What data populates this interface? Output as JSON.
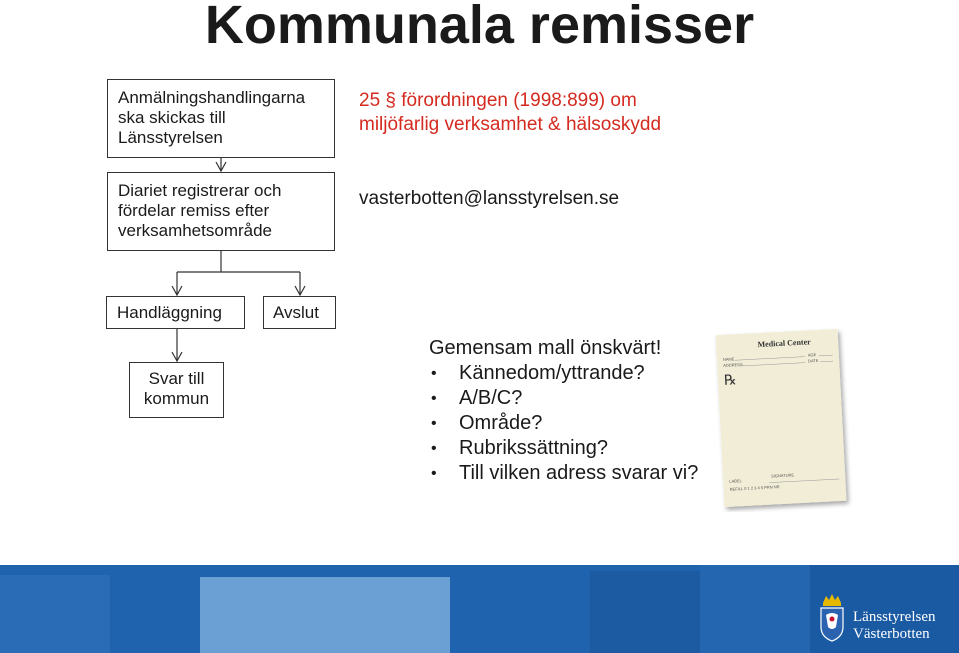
{
  "page": {
    "title": "Kommunala remisser"
  },
  "flow": {
    "box1": [
      "Anmälningshandlingarna",
      "ska skickas till",
      "Länsstyrelsen"
    ],
    "box2": [
      "Diariet registrerar och",
      "fördelar remiss efter",
      "verksamhetsområde"
    ],
    "box3": "Handläggning",
    "box4": "Avslut",
    "box5": [
      "Svar till",
      "kommun"
    ]
  },
  "info": {
    "law_line1": "25 § förordningen (1998:899) om",
    "law_line2": "miljöfarlig verksamhet & hälsoskydd",
    "email": "vasterbotten@lansstyrelsen.se"
  },
  "notes": {
    "heading": "Gemensam mall önskvärt!",
    "bullets": [
      "Kännedom/yttrande?",
      "A/B/C?",
      "Område?",
      "Rubrikssättning?",
      "Till vilken adress svarar vi?"
    ]
  },
  "prescription": {
    "header": "Medical Center",
    "name_label": "NAME",
    "age_label": "AGE",
    "address_label": "ADDRESS",
    "date_label": "DATE",
    "rx_symbol": "℞",
    "label_label": "LABEL",
    "signature_label": "SIGNATURE",
    "refill_label": "REFILL 0 1 2 3 4 5 PRN NR"
  },
  "logo": {
    "line1": "Länsstyrelsen",
    "line2": "Västerbotten"
  },
  "colors": {
    "accent_red": "#d42a1f",
    "footer_blue": "#1f62ae",
    "footer_light": "#6aa0d4"
  }
}
